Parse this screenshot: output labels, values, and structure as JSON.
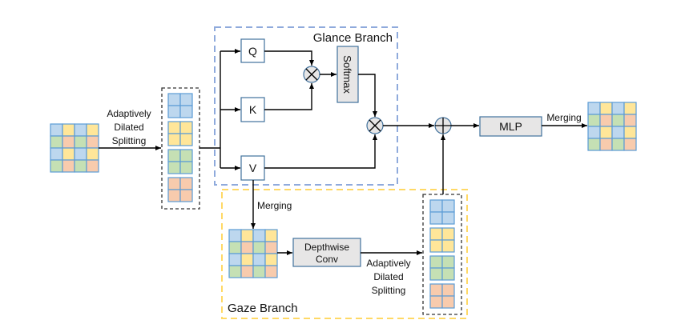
{
  "colors": {
    "blue": "#bdd7ee",
    "yellow": "#ffe699",
    "green": "#c5e0b4",
    "orange": "#f8cbad",
    "grid_line": "#5b9bd5",
    "box_border": "#41719c",
    "box_fill_gray": "#e7e6e6",
    "glance_dash": "#8faadc",
    "gaze_dash": "#ffd966",
    "group_dash": "#333333",
    "arrow": "#000000"
  },
  "grid_pattern": [
    [
      "blue",
      "yellow",
      "blue",
      "yellow"
    ],
    [
      "green",
      "orange",
      "green",
      "orange"
    ],
    [
      "blue",
      "yellow",
      "blue",
      "yellow"
    ],
    [
      "green",
      "orange",
      "green",
      "orange"
    ]
  ],
  "split_groups": [
    "blue",
    "yellow",
    "green",
    "orange"
  ],
  "labels": {
    "input_split": [
      "Adaptively",
      "Dilated",
      "Splitting"
    ],
    "glance_branch": "Glance Branch",
    "gaze_branch": "Gaze Branch",
    "q": "Q",
    "k": "K",
    "v": "V",
    "softmax": "Softmax",
    "mlp": "MLP",
    "output_merging": "Merging",
    "gaze_merging": "Merging",
    "depthwise": [
      "Depthwise",
      "Conv"
    ],
    "gaze_split": [
      "Adaptively",
      "Dilated",
      "Splitting"
    ]
  }
}
